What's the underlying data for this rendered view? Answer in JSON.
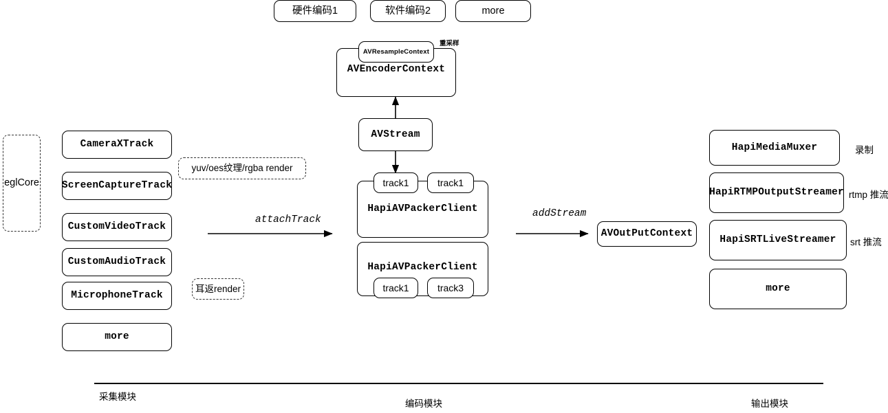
{
  "diagram": {
    "encoders_row": [
      {
        "label": "硬件编码1"
      },
      {
        "label": "软件编码2"
      },
      {
        "label": "more"
      }
    ],
    "encoder_context": {
      "title": "AVEncoderContext",
      "nested_title": "AVResampleContext",
      "side_note": "重采样"
    },
    "avstream": {
      "label": "AVStream"
    },
    "packers": [
      {
        "title": "HapiAVPackerClient",
        "tracks": [
          "track1",
          "track1"
        ],
        "tracks_position": "top"
      },
      {
        "title": "HapiAVPackerClient",
        "tracks": [
          "track1",
          "track3"
        ],
        "tracks_position": "bottom"
      }
    ],
    "egl": {
      "label": "eglCore"
    },
    "capture_tracks": [
      {
        "label": "CameraXTrack"
      },
      {
        "label": "ScreenCaptureTrack"
      },
      {
        "label": "CustomVideoTrack"
      },
      {
        "label": "CustomAudioTrack"
      },
      {
        "label": "MicrophoneTrack"
      },
      {
        "label": "more"
      }
    ],
    "render_notes": [
      {
        "label": "yuv/oes纹理/rgba render"
      },
      {
        "label": "耳返render"
      }
    ],
    "arrows": [
      {
        "label": "attachTrack"
      },
      {
        "label": "addStream"
      }
    ],
    "output_context": {
      "label": "AVOutPutContext"
    },
    "outputs": [
      {
        "label": "HapiMediaMuxer",
        "note": "录制"
      },
      {
        "label": "HapiRTMPOutputStreamer",
        "note": "rtmp 推流"
      },
      {
        "label": "HapiSRTLiveStreamer",
        "note": "srt 推流"
      },
      {
        "label": "more",
        "note": ""
      }
    ],
    "modules": [
      {
        "label": "采集模块"
      },
      {
        "label": "编码模块"
      },
      {
        "label": "输出模块"
      }
    ]
  }
}
